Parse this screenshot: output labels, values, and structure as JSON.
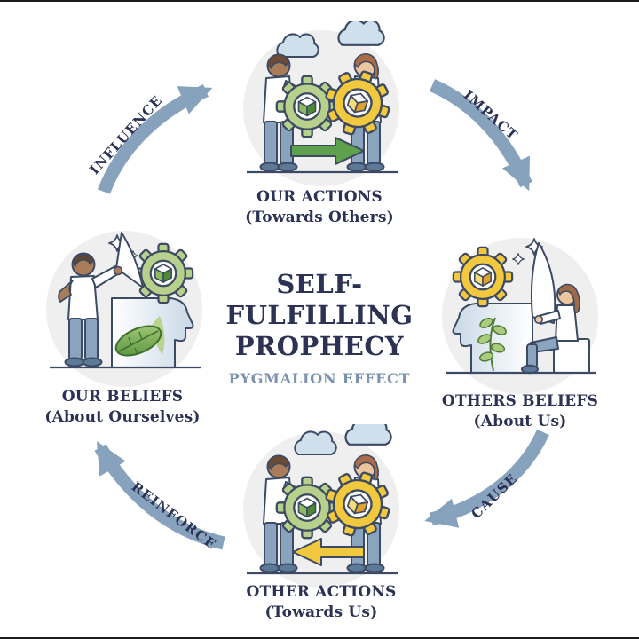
{
  "title": {
    "line1": "SELF-",
    "line2": "FULFILLING",
    "line3": "PROPHECY",
    "subtitle": "PYGMALION EFFECT"
  },
  "stages": {
    "top": {
      "label": "OUR ACTIONS",
      "sublabel": "(Towards Others)",
      "position": "top"
    },
    "right": {
      "label": "OTHERS BELIEFS",
      "sublabel": "(About Us)",
      "position": "right"
    },
    "bottom": {
      "label": "OTHER ACTIONS",
      "sublabel": "(Towards Us)",
      "position": "bottom"
    },
    "left": {
      "label": "OUR BELIEFS",
      "sublabel": "(About Ourselves)",
      "position": "left"
    }
  },
  "arrows": {
    "influence": {
      "label": "INFLUENCE",
      "from": "left",
      "to": "top",
      "direction": "up-right"
    },
    "impact": {
      "label": "IMPACT",
      "from": "top",
      "to": "right",
      "direction": "down-right"
    },
    "cause": {
      "label": "CAUSE",
      "from": "right",
      "to": "bottom",
      "direction": "down-left"
    },
    "reinforce": {
      "label": "REINFORCE",
      "from": "bottom",
      "to": "left",
      "direction": "up-left"
    }
  },
  "icons": {
    "gear-icon": "⚙",
    "cloud-icon": "☁",
    "sparkle-icon": "✦",
    "right-arrow-icon": "→",
    "left-arrow-icon": "←",
    "curved-arrow-icon": "➔",
    "leaf-icon": "🍃",
    "head-profile-icon": "👤",
    "flag-icon": "⚑"
  },
  "colors": {
    "background": "#ffffff",
    "border_line": "#1c1c1c",
    "title_text": "#2c3254",
    "subtitle_text": "#7b93ae",
    "label_text": "#2c3254",
    "cycle_arrow": "#87a2bd",
    "outline": "#3c4a63",
    "stage_circle_bg": "#efefef",
    "gear_green": "#b7d18c",
    "gear_yellow": "#f2c83e",
    "action_arrow_green": "#5ea04b",
    "action_arrow_yellow": "#f2c83e",
    "cloud": "#cfe0ec",
    "jeans": "#8aa4c0",
    "shoes": "#5d7998",
    "skin_dark": "#a97c5a",
    "skin_light": "#ecc69e",
    "hair_dark_brown": "#6b4a36",
    "hair_auburn": "#ad6c49",
    "plant_green": "#abcb7d",
    "head_profile_fill": "#c9d9e7"
  }
}
